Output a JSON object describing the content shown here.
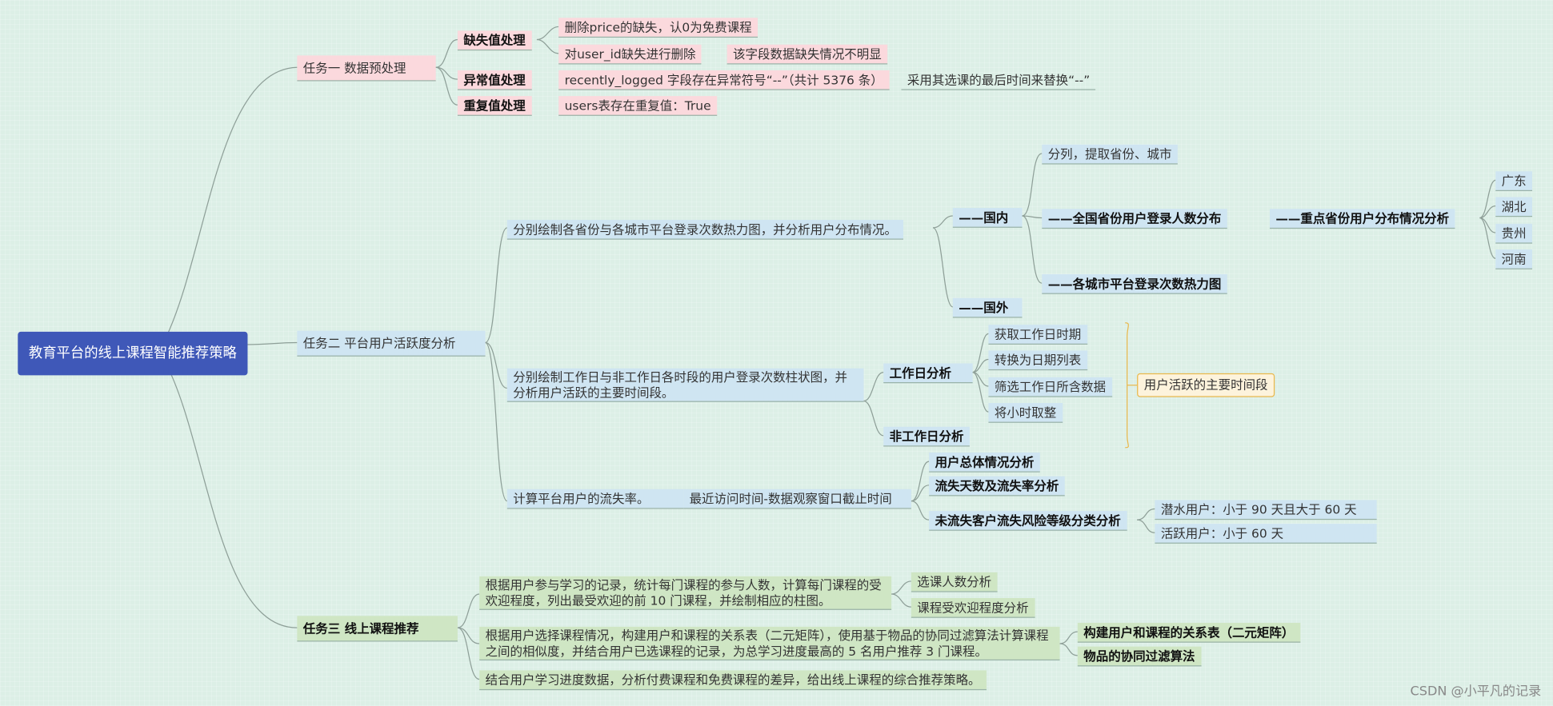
{
  "root": "教育平台的线上课程智能推荐策略",
  "task1": {
    "label": "任务一 数据预处理",
    "missing": {
      "label": "缺失值处理",
      "note1": "删除price的缺失，认0为免费课程",
      "note2": "对user_id缺失进行删除",
      "note2_detail": "该字段数据缺失情况不明显"
    },
    "abnormal": {
      "label": "异常值处理",
      "note": "recently_logged 字段存在异常符号“--”（共计 5376 条）",
      "fix": "采用其选课的最后时间来替换“--”"
    },
    "duplicate": {
      "label": "重复值处理",
      "note": "users表存在重复值：True"
    }
  },
  "task2": {
    "label": "任务二 平台用户活跃度分析",
    "heatmap": {
      "label": "分别绘制各省份与各城市平台登录次数热力图，并分析用户分布情况。",
      "domestic": {
        "label": "——国内",
        "split": "分列，提取省份、城市",
        "province": "——全国省份用户登录人数分布",
        "key_provinces": "——重点省份用户分布情况分析",
        "provinces": [
          "广东",
          "湖北",
          "贵州",
          "河南"
        ],
        "city": "——各城市平台登录次数热力图"
      },
      "foreign": "——国外"
    },
    "bar": {
      "label": "分别绘制工作日与非工作日各时段的用户登录次数柱状图，并分析用户活跃的主要时间段。",
      "workday": "工作日分析",
      "steps": [
        "获取工作日时期",
        "转换为日期列表",
        "筛选工作日所含数据",
        "将小时取整"
      ],
      "nonworkday": "非工作日分析",
      "summary": "用户活跃的主要时间段"
    },
    "churn": {
      "label": "计算平台用户的流失率。",
      "window": "最近访问时间-数据观察窗口截止时间",
      "overall": "用户总体情况分析",
      "days": "流失天数及流失率分析",
      "risk": "未流失客户流失风险等级分类分析",
      "dive": "潜水用户：小于 90 天且大于 60 天",
      "active": "活跃用户：小于 60 天"
    }
  },
  "task3": {
    "label": "任务三 线上课程推荐",
    "popular": {
      "label": "根据用户参与学习的记录，统计每门课程的参与人数，计算每门课程的受欢迎程度，列出最受欢迎的前 10 门课程，并绘制相应的柱图。",
      "sub1": "选课人数分析",
      "sub2": "课程受欢迎程度分析"
    },
    "cf": {
      "label": "根据用户选择课程情况，构建用户和课程的关系表（二元矩阵），使用基于物品的协同过滤算法计算课程之间的相似度，并结合用户已选课程的记录，为总学习进度最高的 5 名用户推荐 3 门课程。",
      "sub1": "构建用户和课程的关系表（二元矩阵）",
      "sub2": "物品的协同过滤算法"
    },
    "compare": "结合用户学习进度数据，分析付费课程和免费课程的差异，给出线上课程的综合推荐策略。"
  },
  "watermark": "CSDN @小平凡的记录",
  "colors": {
    "root": "#3f58b8",
    "task1": "#fbd9dd",
    "task2": "#cfe5f2",
    "task3": "#cfe6c4",
    "summary": "#fdf3dc"
  }
}
